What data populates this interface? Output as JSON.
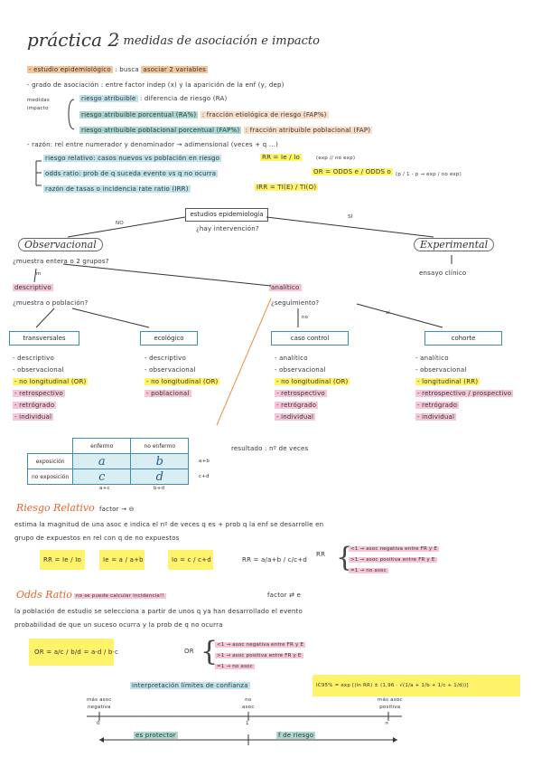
{
  "title": "práctica 2",
  "subtitle": ": medidas de asociación e impacto",
  "intro": {
    "line1_pre": "- estudio epidemiológico",
    "line1_rest": ": busca",
    "line1_hl": "asociar 2 variables",
    "line2": "- grado de asociación : entre factor indep (x) y la aparición de la enf (y, dep)"
  },
  "medidas_impacto": {
    "label": "medidas impacto",
    "items": [
      {
        "hl": "riesgo atribuible",
        "rest": ": diferencia de riesgo (RA)"
      },
      {
        "hl": "riesgo atribuible porcentual (RA%)",
        "rest": ": fracción etiológica de riesgo (FAP%)"
      },
      {
        "hl": "riesgo atribuible poblacional porcentual (FAP%)",
        "rest": ": fracción atribuible poblacional (FAP)"
      }
    ]
  },
  "razon": "- razón: rel entre numerador y denominador → adimensional (veces + q ...)",
  "razones": {
    "rr_text": "riesgo relativo: casos nuevos vs población en riesgo",
    "rr_formula": "RR = Ie / Io",
    "rr_note": "(exp // no exp)",
    "or_text": "odds ratio: prob de q suceda evento vs q no ocurra",
    "or_formula": "OR = ODDS e / ODDS o",
    "or_note": "(p / 1 - p → exp / no exp)",
    "irr_text": "razón de tasas o incidencia rate ratio (IRR)",
    "irr_formula": "IRR = TI(E) / TI(O)"
  },
  "flow": {
    "root": "estudios epidemiología",
    "question": "¿hay intervención?",
    "no": "NO",
    "si": "SÍ",
    "observacional": "Observacional",
    "experimental": "Experimental",
    "ensayo": "ensayo clínico",
    "q_grupos": "¿muestra entera o 2 grupos?",
    "m": "m",
    "descriptivo": "descriptivo",
    "analitico": "analítico",
    "q_muestra": "¿muestra o población?",
    "q_seguimiento": "¿seguimiento?",
    "no2": "no",
    "si2": "sí",
    "transversal": "transversales",
    "ecologico": "ecológico",
    "caso_control": "caso control",
    "cohorte": "cohorte",
    "transversal_list": [
      "- descriptivo",
      "- observacional",
      "- no longitudinal (OR)",
      "- retrospectivo",
      "- retrógrado",
      "- individual"
    ],
    "ecologico_list": [
      "- descriptivo",
      "- observacional",
      "- no longitudinal (OR)",
      "- poblacional"
    ],
    "caso_list": [
      "- analítico",
      "- observacional",
      "- no longitudinal (OR)",
      "- retrospectivo",
      "- retrógrado",
      "- individual"
    ],
    "cohorte_list": [
      "- analítico",
      "- observacional",
      "- longitudinal (RR)",
      "- retrospectivo / prospectivo",
      "- retrógrado",
      "- individual"
    ]
  },
  "table2x2": {
    "headers": [
      "",
      "enfermo",
      "no enfermo"
    ],
    "rows": [
      {
        "label": "exposición",
        "a": "a",
        "b": "b",
        "sum": "a+b"
      },
      {
        "label": "no exposición",
        "a": "c",
        "b": "d",
        "sum": "c+d"
      }
    ],
    "col_sums": [
      "a+c",
      "b+d"
    ],
    "resultado": "resultado : nº de veces"
  },
  "riesgo_relativo": {
    "title": "Riesgo Relativo",
    "factor": "factor → ⊖",
    "desc1": "estima la magnitud de una asoc e indica el nº de veces q es + prob q la enf se desarrolle en",
    "desc2": "grupo de expuestos en rel con q de no expuestos",
    "f1": "RR = Ie / Io",
    "f2": "Ie = a / a+b",
    "f3": "Io = c / c+d",
    "f4": "RR = a/a+b / c/c+d",
    "rr_label": "RR",
    "interp": [
      "<1 → asoc negativa entre FR y E",
      ">1 → asoc positiva entre FR y E",
      "=1 → no asoc"
    ]
  },
  "odds_ratio": {
    "title": "Odds Ratio",
    "note": "no se puede calcular incidencia!!",
    "factor": "factor ⇄ e",
    "desc1": "la población de estudio se selecciona a partir de unos q ya han desarrollado el evento",
    "desc2": "probabilidad de que un suceso ocurra y la prob de q no ocurra",
    "formula": "OR = a/c / b/d = a·d / b·c",
    "or_label": "OR",
    "interp": [
      "<1 → asoc negativa entre FR y E",
      ">1 → asoc positiva entre FR y E",
      "=1 → no asoc"
    ],
    "interpretacion": "interpretación límites de confianza",
    "ic": "IC95% = exp [(ln RR) ± (1,96 · √(1/a + 1/b + 1/c + 1/d))]"
  },
  "scale": {
    "left_label": "más asoc\nnegativa",
    "mid_label": "no\nasoc",
    "right_label": "más asoc\npositiva",
    "left_val": "0",
    "mid_val": "1",
    "right_val": "∞",
    "protector": "es protector",
    "riesgo": "f de riesgo"
  },
  "colors": {
    "orange": "#f7c59a",
    "blue": "#bfe3ec",
    "teal": "#a9d9d2",
    "pink": "#f6c6d8",
    "yellow": "#fff36b",
    "accent": "#e8632a"
  }
}
